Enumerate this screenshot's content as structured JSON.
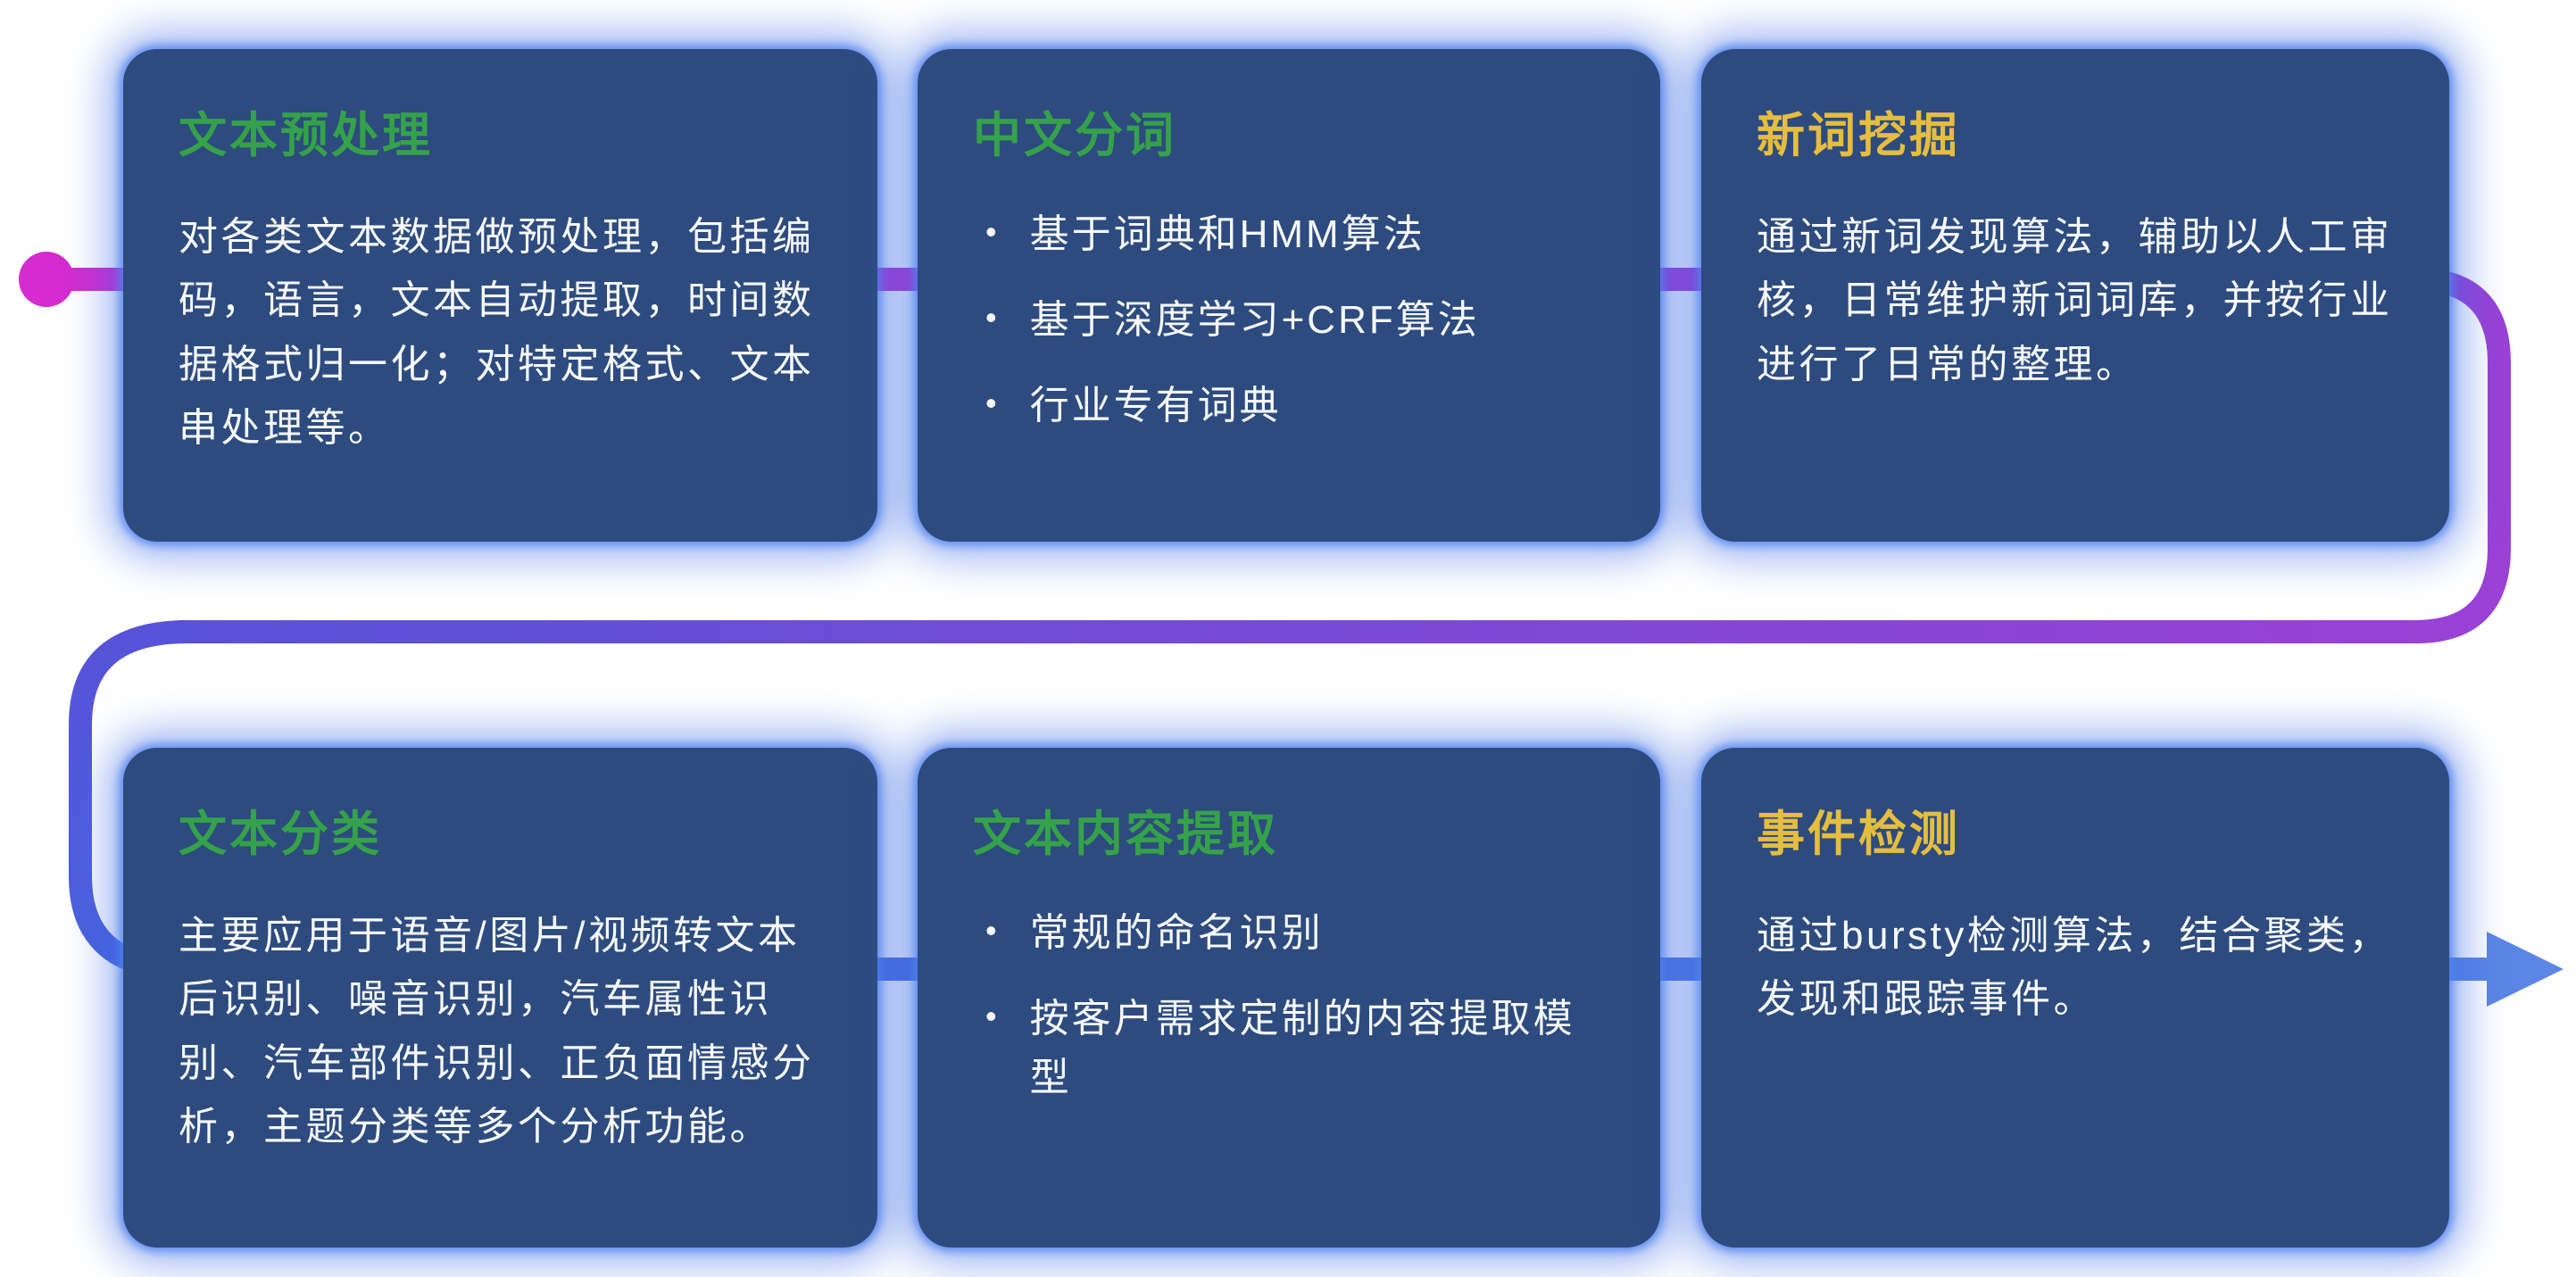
{
  "canvas": {
    "background": "#ffffff",
    "card_background": "#2d4b7e",
    "glow_color": "#3a69e6"
  },
  "flow": {
    "colors": {
      "magenta": "#d42ccf",
      "purple": "#9a41d6",
      "violet": "#5852d8",
      "blue": "#4a63dd",
      "light_blue": "#5b86e6"
    }
  },
  "cards": [
    {
      "id": "text-preprocessing",
      "title": "文本预处理",
      "title_color": "#35a24b",
      "body": "对各类文本数据做预处理，包括编码，语言，文本自动提取，时间数据格式归一化；对特定格式、文本串处理等。"
    },
    {
      "id": "chinese-word-segmentation",
      "title": "中文分词",
      "title_color": "#35a24b",
      "bullets": [
        "基于词典和HMM算法",
        "基于深度学习+CRF算法",
        "行业专有词典"
      ]
    },
    {
      "id": "new-word-mining",
      "title": "新词挖掘",
      "title_color": "#e5bd3f",
      "body": "通过新词发现算法，辅助以人工审核，日常维护新词词库，并按行业进行了日常的整理。"
    },
    {
      "id": "text-classification",
      "title": "文本分类",
      "title_color": "#35a24b",
      "body": "主要应用于语音/图片/视频转文本后识别、噪音识别，汽车属性识别、汽车部件识别、正负面情感分析，主题分类等多个分析功能。"
    },
    {
      "id": "text-content-extraction",
      "title": "文本内容提取",
      "title_color": "#35a24b",
      "bullets": [
        "常规的命名识别",
        "按客户需求定制的内容提取模型"
      ]
    },
    {
      "id": "event-detection",
      "title": "事件检测",
      "title_color": "#e5bd3f",
      "body": "通过bursty检测算法，结合聚类，发现和跟踪事件。"
    }
  ]
}
